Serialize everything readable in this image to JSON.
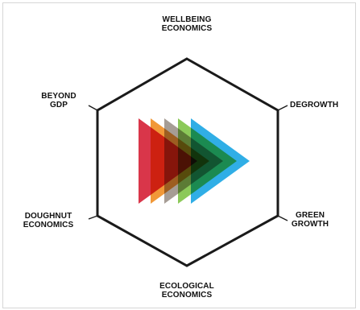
{
  "nodes": {
    "top": {
      "lines": [
        "WELLBEING",
        "ECONOMICS"
      ]
    },
    "upper_right": {
      "lines": [
        "DEGROWTH"
      ]
    },
    "lower_right": {
      "lines": [
        "GREEN",
        "GROWTH"
      ]
    },
    "bottom": {
      "lines": [
        "ECOLOGICAL",
        "ECONOMICS"
      ]
    },
    "lower_left": {
      "lines": [
        "DOUGHNUT",
        "ECONOMICS"
      ]
    },
    "upper_left": {
      "lines": [
        "BEYOND",
        "GDP"
      ]
    }
  },
  "colors": {
    "hexagon_stroke": "#1a1a1a",
    "arrow_1": "#d6243a",
    "arrow_2": "#f08a1c",
    "arrow_3": "#9a8f86",
    "arrow_4": "#7cc242",
    "arrow_5": "#1ea7e4"
  }
}
